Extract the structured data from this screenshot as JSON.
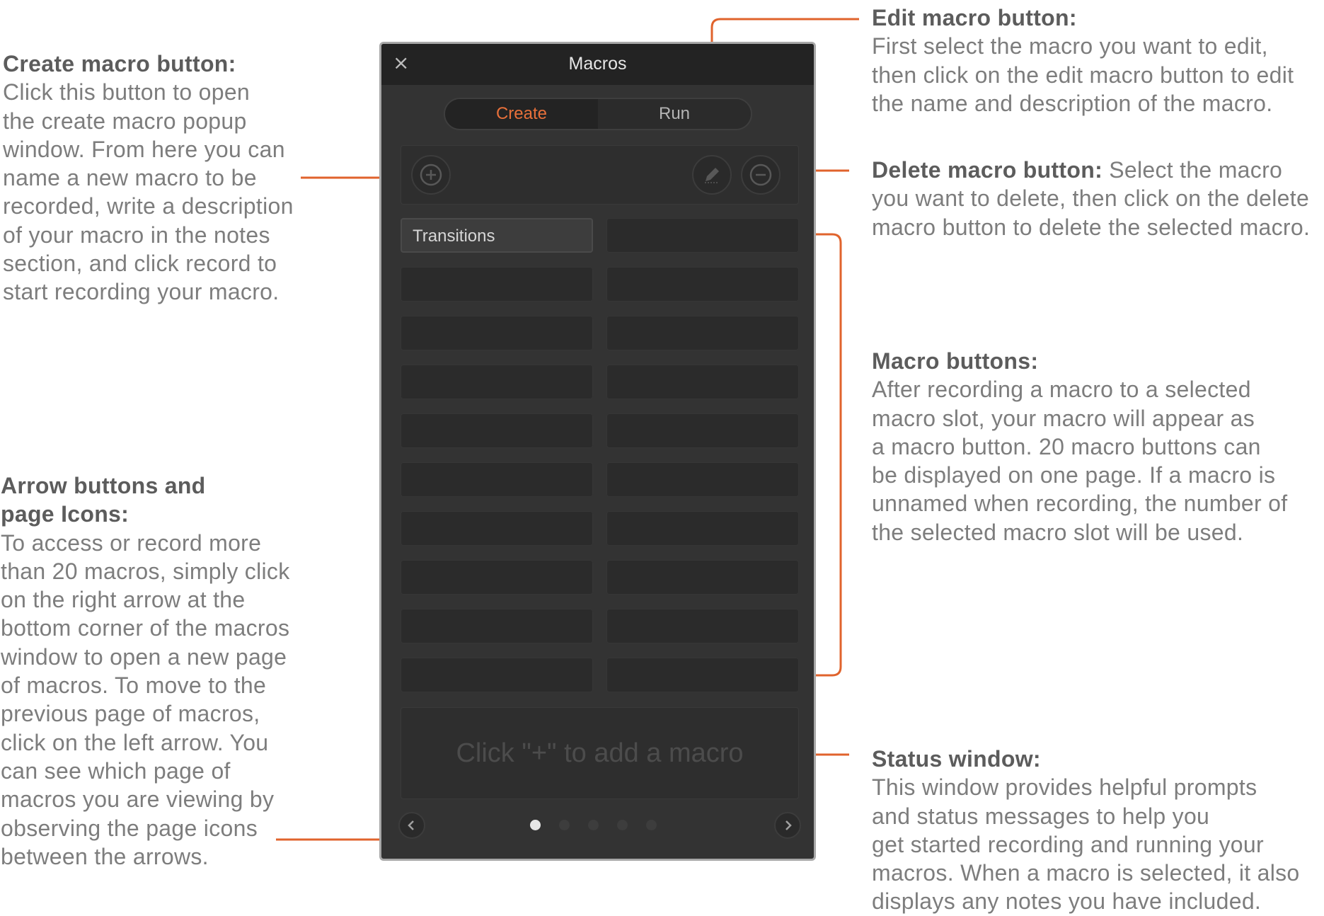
{
  "annotations": {
    "create_macro": {
      "heading": "Create macro button:",
      "body": "Click this button to open\nthe create macro popup\nwindow. From here you can\nname a new macro to be\nrecorded, write a description\nof your macro in the notes\nsection, and click record to\nstart recording your macro."
    },
    "arrow_buttons": {
      "heading": "Arrow buttons and\npage Icons:",
      "body": "To access or record more\nthan 20 macros, simply click\non the right arrow at the\nbottom corner of the macros\nwindow to open a new page\nof macros. To move to the\nprevious page of macros,\nclick on the left arrow. You\ncan see which page of\nmacros you are viewing by\nobserving the page icons\nbetween the arrows."
    },
    "edit_macro": {
      "heading": "Edit macro button:",
      "body": "First select the macro you want to edit,\nthen click on the edit macro button to edit\nthe name and description of the macro."
    },
    "delete_macro": {
      "heading": "Delete macro button:",
      "body_inline": " Select the macro",
      "body": "you want to delete, then click on the delete\nmacro button to delete the selected macro."
    },
    "macro_buttons": {
      "heading": "Macro buttons:",
      "body": "After recording a macro to a selected\nmacro slot, your macro will appear as\na macro button. 20 macro buttons can\nbe displayed on one page. If a macro is\nunnamed when recording, the number of\nthe selected macro slot will be used."
    },
    "status_window": {
      "heading": "Status window:",
      "body": "This window provides helpful prompts\nand status messages to help you\nget started recording and running your\nmacros. When a macro is selected, it also\ndisplays any notes you have included."
    }
  },
  "panel": {
    "title": "Macros",
    "close_glyph": "×",
    "tabs": [
      {
        "label": "Create",
        "active": true
      },
      {
        "label": "Run",
        "active": false
      }
    ],
    "slots": [
      "Transitions",
      "",
      "",
      "",
      "",
      "",
      "",
      "",
      "",
      "",
      "",
      "",
      "",
      "",
      "",
      "",
      "",
      "",
      "",
      ""
    ],
    "status_text": "Click \"+\" to add a macro",
    "pages": {
      "count": 5,
      "current": 1
    }
  },
  "colors": {
    "accent": "#e0632c",
    "panel_bg": "#333333",
    "titlebar_bg": "#232323",
    "annotation_text": "#7d7d7d"
  },
  "icons": {
    "add": "plus-circle-icon",
    "edit": "pencil-icon",
    "delete": "minus-circle-icon",
    "prev": "chevron-left-icon",
    "next": "chevron-right-icon",
    "close": "close-icon"
  }
}
